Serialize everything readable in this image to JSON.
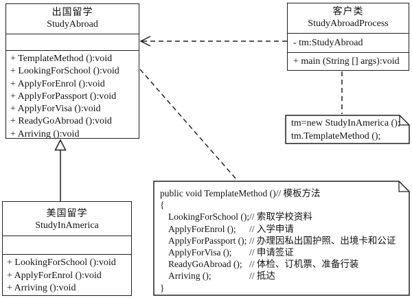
{
  "colors": {
    "line": "#1f1f1f",
    "background": "#ffffff",
    "text": "#111111"
  },
  "classes": {
    "study_abroad": {
      "name_cn": "出国留学",
      "name_en": "StudyAbroad",
      "methods": [
        "+ TemplateMethod ():void",
        "+ LookingForSchool ():void",
        "+ ApplyForEnrol ():void",
        "+ ApplyForPassport ():void",
        "+ ApplyForVisa ():void",
        "+ ReadyGoAbroad ():void",
        "+ Arriving ():void"
      ]
    },
    "client": {
      "name_cn": "客户类",
      "name_en": "StudyAbroadProcess",
      "attributes": [
        "- tm:StudyAbroad"
      ],
      "methods": [
        "+ main (String [] args):void"
      ]
    },
    "study_in_america": {
      "name_cn": "美国留学",
      "name_en": "StudyInAmerica",
      "methods": [
        "+ LookingForSchool ():void",
        "+ ApplyForEnrol ():void",
        "+ Arriving ():void"
      ]
    }
  },
  "notes": {
    "client_code": {
      "lines": [
        "tm=new StudyInAmerica ();",
        "tm.TemplateMethod ();"
      ]
    },
    "template_method": {
      "header_code": "public void TemplateMethod ()",
      "header_comment": "// 模板方法",
      "open_brace": "{",
      "body": [
        {
          "call": "LookingForSchool ();",
          "comment": "// 索取学校资料"
        },
        {
          "call": "ApplyForEnrol ();",
          "comment": "// 入学申请"
        },
        {
          "call": "ApplyForPassport ();",
          "comment": "// 办理因私出国护照、出境卡和公证"
        },
        {
          "call": "ApplyForVisa ();",
          "comment": "// 申请签证"
        },
        {
          "call": "ReadyGoAbroad ();",
          "comment": "// 体检、订机票、准备行装"
        },
        {
          "call": "Arriving ();",
          "comment": "// 抵达"
        }
      ],
      "close_brace": "}"
    }
  },
  "relationships": [
    {
      "type": "dependency",
      "from": "StudyAbroadProcess",
      "to": "StudyAbroad",
      "line": "dashed-open-arrow"
    },
    {
      "type": "generalization",
      "from": "StudyInAmerica",
      "to": "StudyAbroad",
      "line": "solid-hollow-triangle"
    },
    {
      "type": "note-anchor",
      "from": "StudyAbroadProcess",
      "to": "client_code",
      "line": "dashed"
    },
    {
      "type": "note-anchor",
      "from": "StudyAbroad",
      "to": "template_method",
      "line": "dashed"
    }
  ]
}
